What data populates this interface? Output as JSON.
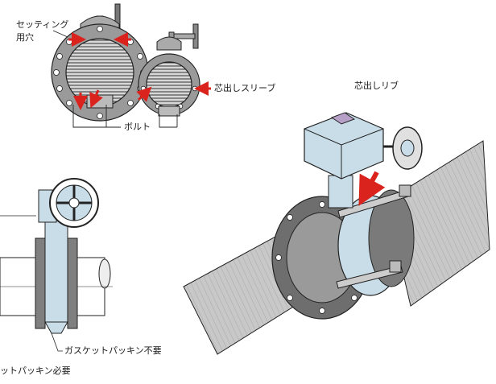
{
  "labels": {
    "setting_hole_line1": "セッティング",
    "setting_hole_line2": "用穴",
    "centering_sleeve": "芯出しスリーブ",
    "bolt": "ボルト",
    "centering_rib": "芯出しリブ",
    "gasket_not_needed": "ガスケットパッキン不要",
    "gasket_needed": "ットパッキン必要"
  },
  "colors": {
    "valve_body_blue": "#c9dde9",
    "flange_gray": "#8a8a8a",
    "pipe_gray": "#c8c8c8",
    "arrow_red": "#d9231c",
    "line": "#222222"
  }
}
